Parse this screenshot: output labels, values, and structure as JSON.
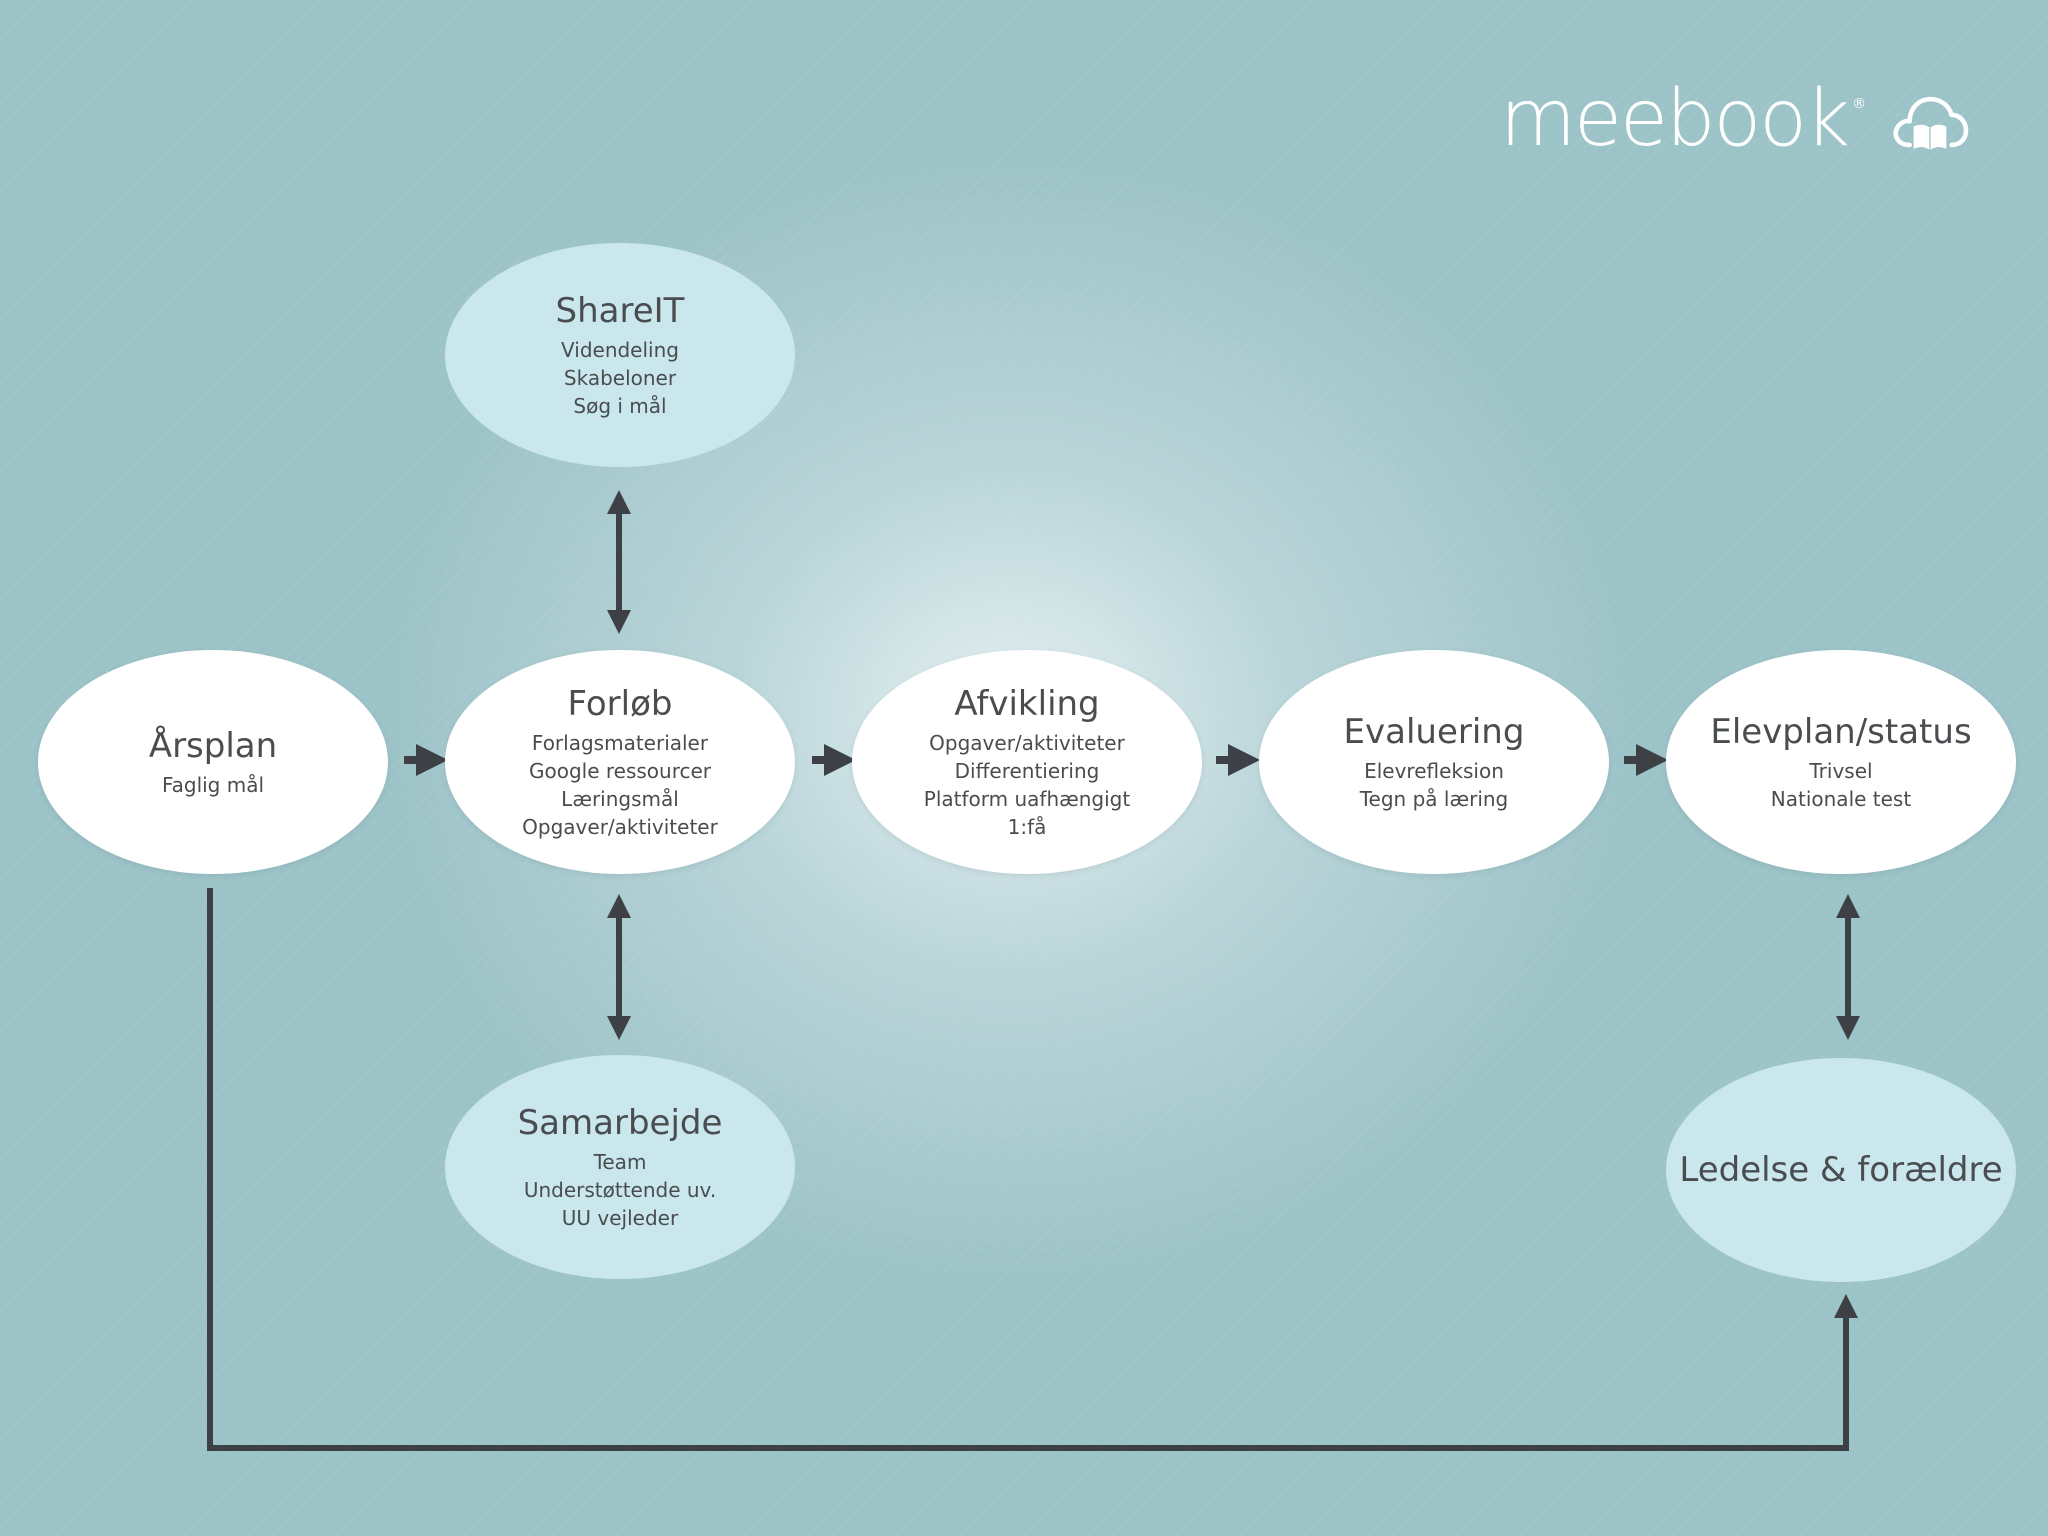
{
  "brand": {
    "name": "meebook",
    "registered_mark": "®"
  },
  "nodes": {
    "arsplan": {
      "title": "Årsplan",
      "items": [
        "Faglig mål"
      ]
    },
    "forlob": {
      "title": "Forløb",
      "items": [
        "Forlagsmaterialer",
        "Google ressourcer",
        "Læringsmål",
        "Opgaver/aktiviteter"
      ]
    },
    "afvikling": {
      "title": "Afvikling",
      "items": [
        "Opgaver/aktiviteter",
        "Differentiering",
        "Platform uafhængigt",
        "1:få"
      ]
    },
    "evaluering": {
      "title": "Evaluering",
      "items": [
        "Elevrefleksion",
        "Tegn på læring"
      ]
    },
    "elevplan": {
      "title": "Elevplan/status",
      "items": [
        "Trivsel",
        "Nationale test"
      ]
    },
    "shareit": {
      "title": "ShareIT",
      "items": [
        "Videndeling",
        "Skabeloner",
        "Søg i mål"
      ]
    },
    "samarbejde": {
      "title": "Samarbejde",
      "items": [
        "Team",
        "Understøttende uv.",
        "UU vejleder"
      ]
    },
    "ledelse": {
      "title": "Ledelse & forældre"
    }
  },
  "colors": {
    "background": "#9cc3c8",
    "primary_node": "#ffffff",
    "secondary_node": "#c9e7ec",
    "text": "#4a4d50",
    "connector": "#3d4044"
  }
}
